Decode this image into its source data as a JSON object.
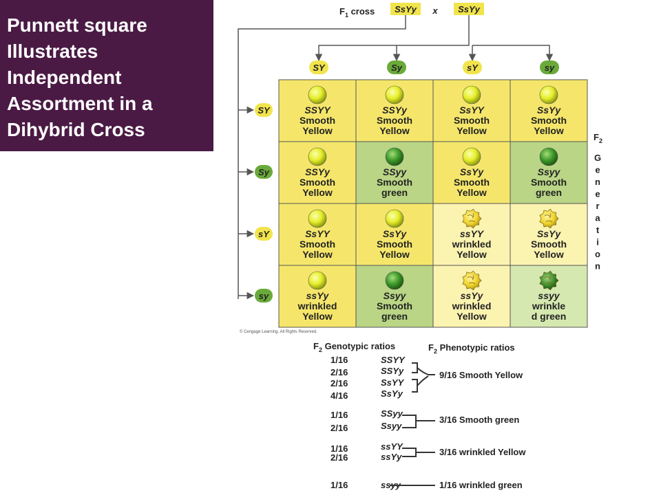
{
  "title": "Punnett square Illustrates Independent Assortment in a Dihybrid Cross",
  "cross": {
    "label": "F",
    "label_sub": "1",
    "label_rest": " cross",
    "parent1": "SsYy",
    "times": "x",
    "parent2": "SsYy"
  },
  "gametes_top": [
    "SY",
    "Sy",
    "sY",
    "sy"
  ],
  "gametes_left": [
    "SY",
    "Sy",
    "sY",
    "sy"
  ],
  "cells": [
    [
      {
        "genotype": "SSYY",
        "l1": "Smooth",
        "l2": "Yellow",
        "bg": "yellow",
        "pea": "smooth-yellow"
      },
      {
        "genotype": "SSYy",
        "l1": "Smooth",
        "l2": "Yellow",
        "bg": "yellow",
        "pea": "smooth-yellow"
      },
      {
        "genotype": "SsYY",
        "l1": "Smooth",
        "l2": "Yellow",
        "bg": "yellow",
        "pea": "smooth-yellow"
      },
      {
        "genotype": "SsYy",
        "l1": "Smooth",
        "l2": "Yellow",
        "bg": "yellow",
        "pea": "smooth-yellow"
      }
    ],
    [
      {
        "genotype": "SSYy",
        "l1": "Smooth",
        "l2": "Yellow",
        "bg": "yellow",
        "pea": "smooth-yellow"
      },
      {
        "genotype": "SSyy",
        "l1": "Smooth",
        "l2": "green",
        "bg": "green",
        "pea": "smooth-green"
      },
      {
        "genotype": "SsYy",
        "l1": "Smooth",
        "l2": "Yellow",
        "bg": "yellow",
        "pea": "smooth-yellow"
      },
      {
        "genotype": "Ssyy",
        "l1": "Smooth",
        "l2": "green",
        "bg": "green",
        "pea": "smooth-green"
      }
    ],
    [
      {
        "genotype": "SsYY",
        "l1": "Smooth",
        "l2": "Yellow",
        "bg": "yellow",
        "pea": "smooth-yellow"
      },
      {
        "genotype": "SsYy",
        "l1": "Smooth",
        "l2": "Yellow",
        "bg": "yellow",
        "pea": "smooth-yellow"
      },
      {
        "genotype": "ssYY",
        "l1": "wrinkled",
        "l2": "Yellow",
        "bg": "lightyellow",
        "pea": "wrinkled-yellow"
      },
      {
        "genotype": "SsYy",
        "l1": "Smooth",
        "l2": "Yellow",
        "bg": "lightyellow",
        "pea": "wrinkled-yellow"
      }
    ],
    [
      {
        "genotype": "ssYy",
        "l1": "wrinkled",
        "l2": "Yellow",
        "bg": "yellow",
        "pea": "smooth-yellow"
      },
      {
        "genotype": "Ssyy",
        "l1": "Smooth",
        "l2": "green",
        "bg": "green",
        "pea": "smooth-green"
      },
      {
        "genotype": "ssYy",
        "l1": "wrinkled",
        "l2": "Yellow",
        "bg": "lightyellow",
        "pea": "wrinkled-yellow"
      },
      {
        "genotype": "ssyy",
        "l1": "wrinkle",
        "l2": "d green",
        "bg": "lightgreen",
        "pea": "wrinkled-green"
      }
    ]
  ],
  "copyright": "© Cengage Learning. All Rights Reserved.",
  "f2_label": {
    "main": "F",
    "sub": "2",
    "vertical": "Generation"
  },
  "genotypic_header": {
    "main": "F",
    "sub": "2",
    "rest": " Genotypic ratios"
  },
  "phenotypic_header": {
    "main": "F",
    "sub": "2",
    "rest": " Phenotypic ratios"
  },
  "ratios": [
    {
      "frac": "1/16",
      "geno": "SSYY"
    },
    {
      "frac": "2/16",
      "geno": "SSYy"
    },
    {
      "frac": "2/16",
      "geno": "SsYY"
    },
    {
      "frac": "4/16",
      "geno": "SsYy"
    },
    {
      "frac": "1/16",
      "geno": "SSyy"
    },
    {
      "frac": "2/16",
      "geno": "Ssyy"
    },
    {
      "frac": "1/16",
      "geno": "ssYY"
    },
    {
      "frac": "2/16",
      "geno": "ssYy"
    },
    {
      "frac": "1/16",
      "geno": "ssyy"
    }
  ],
  "phenotypes": [
    "9/16 Smooth Yellow",
    "3/16 Smooth green",
    "3/16 wrinkled Yellow",
    "1/16 wrinkled green"
  ],
  "colors": {
    "title_bg": "#4a1a44",
    "cell_yellow": "#f5e66b",
    "cell_green": "#b9d585",
    "cell_lightyellow": "#fbf3b0",
    "cell_lightgreen": "#d5e8b0",
    "badge_yellow": "#f1e44c",
    "badge_green": "#6aaa3a"
  }
}
